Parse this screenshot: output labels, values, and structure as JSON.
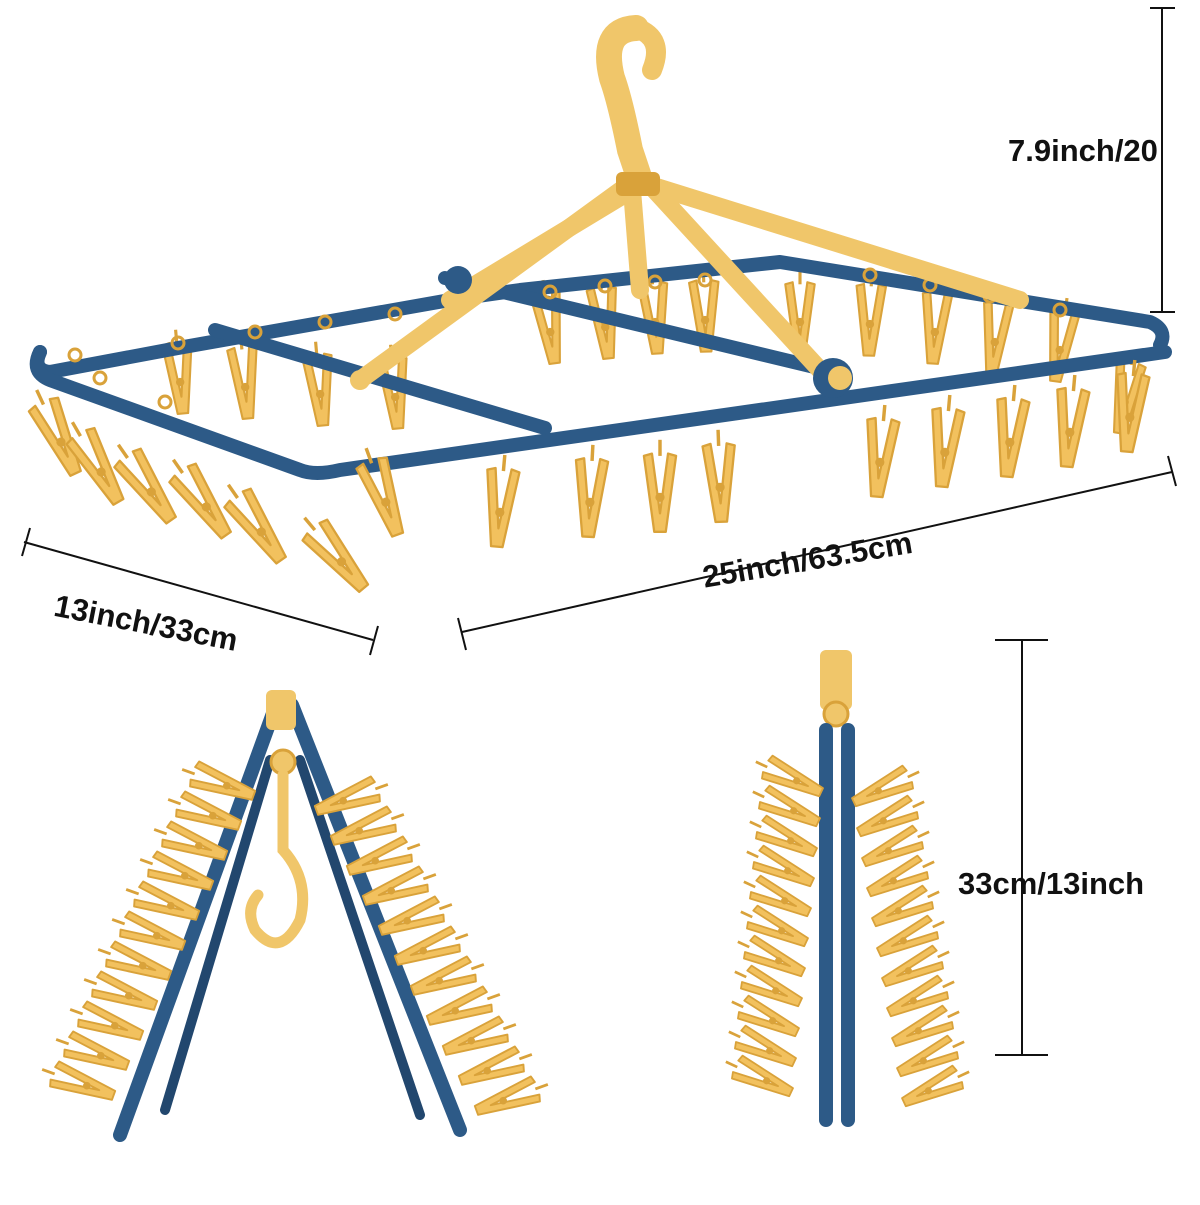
{
  "product": {
    "colors": {
      "frame": "#2d5a87",
      "frame_shade": "#22476e",
      "clip": "#f2c15e",
      "clip_shade": "#d9a23a",
      "hook": "#f0c66a",
      "dimension_line": "#111111"
    },
    "dimensions": {
      "height_label": "7.9inch/20",
      "depth_label": "13inch/33cm",
      "width_label": "25inch/63.5cm",
      "folded_height_label": "33cm/13inch"
    }
  }
}
